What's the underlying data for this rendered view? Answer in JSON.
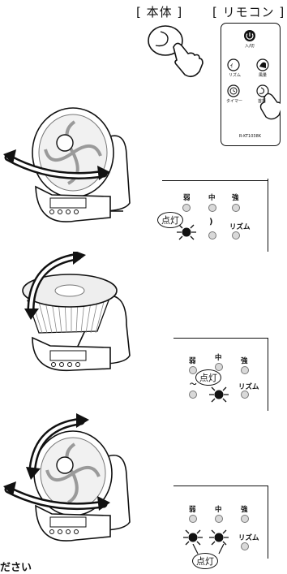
{
  "header": {
    "main_unit": "[ 本体 ]",
    "remote": "[ リモコン ]"
  },
  "remote": {
    "buttons": [
      {
        "id": "power",
        "label": "入/切",
        "icon": "power-icon"
      },
      {
        "id": "rhythm",
        "label": "リズム",
        "icon": "rhythm-icon"
      },
      {
        "id": "airflow",
        "label": "風量",
        "icon": "airflow-icon"
      },
      {
        "id": "timer",
        "label": "タイマー",
        "icon": "timer-icon"
      },
      {
        "id": "swing",
        "label": "首振",
        "icon": "swing-icon"
      }
    ],
    "model": "R-KT1038K"
  },
  "panels": [
    {
      "labels": {
        "weak": "弱",
        "medium": "中",
        "strong": "強",
        "rhythm": "リズム"
      },
      "lit": [
        "horizontal"
      ],
      "callout": "点灯"
    },
    {
      "labels": {
        "weak": "弱",
        "medium": "中",
        "strong": "強",
        "rhythm": "リズム"
      },
      "lit": [
        "vertical"
      ],
      "callout": "点灯"
    },
    {
      "labels": {
        "weak": "弱",
        "medium": "中",
        "strong": "強",
        "rhythm": "リズム"
      },
      "lit": [
        "horizontal",
        "vertical"
      ],
      "callout": "点灯"
    }
  ],
  "footer": {
    "partial_text": "ださい"
  },
  "colors": {
    "line": "#111111",
    "led_off": "#d9d9d9",
    "led_on": "#111111",
    "fan_gray": "#9a9a9a"
  }
}
